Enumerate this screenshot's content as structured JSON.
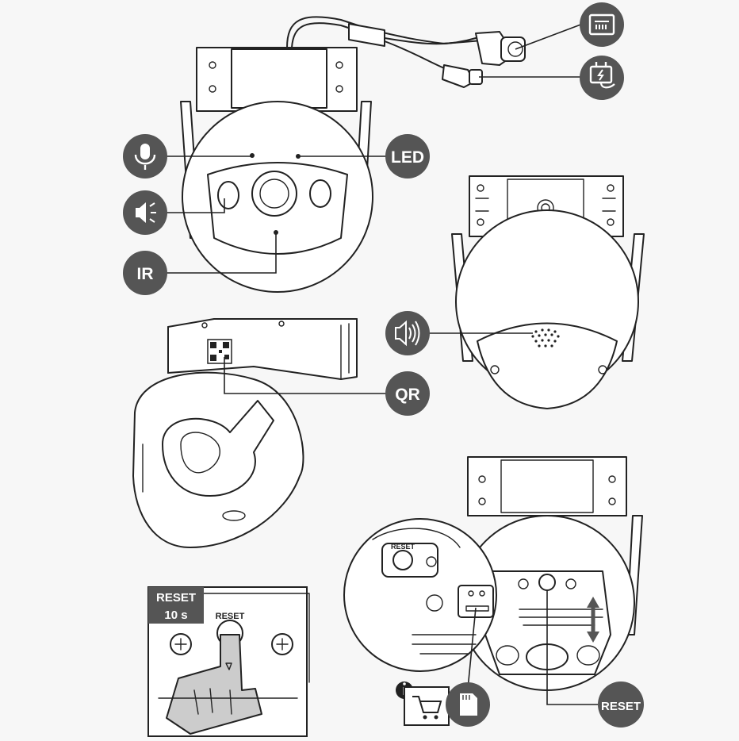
{
  "labels": {
    "led": "LED",
    "ir": "IR",
    "qr": "QR",
    "reset_callout": "RESET",
    "reset_box_title": "RESET",
    "reset_box_time": "10 s",
    "reset_button_engraving": "RESET"
  },
  "icons": {
    "network": "ethernet-port-icon",
    "power": "power-plug-icon",
    "microphone": "microphone-icon",
    "speaker_front": "speaker-icon",
    "speaker_rear": "speaker-volume-icon",
    "info": "info-icon",
    "shop": "shopping-cart-icon",
    "sd_card": "sd-card-icon"
  },
  "colors": {
    "badge": "#555555",
    "line": "#222222",
    "background": "#f7f7f7",
    "hand": "#cccccc"
  }
}
